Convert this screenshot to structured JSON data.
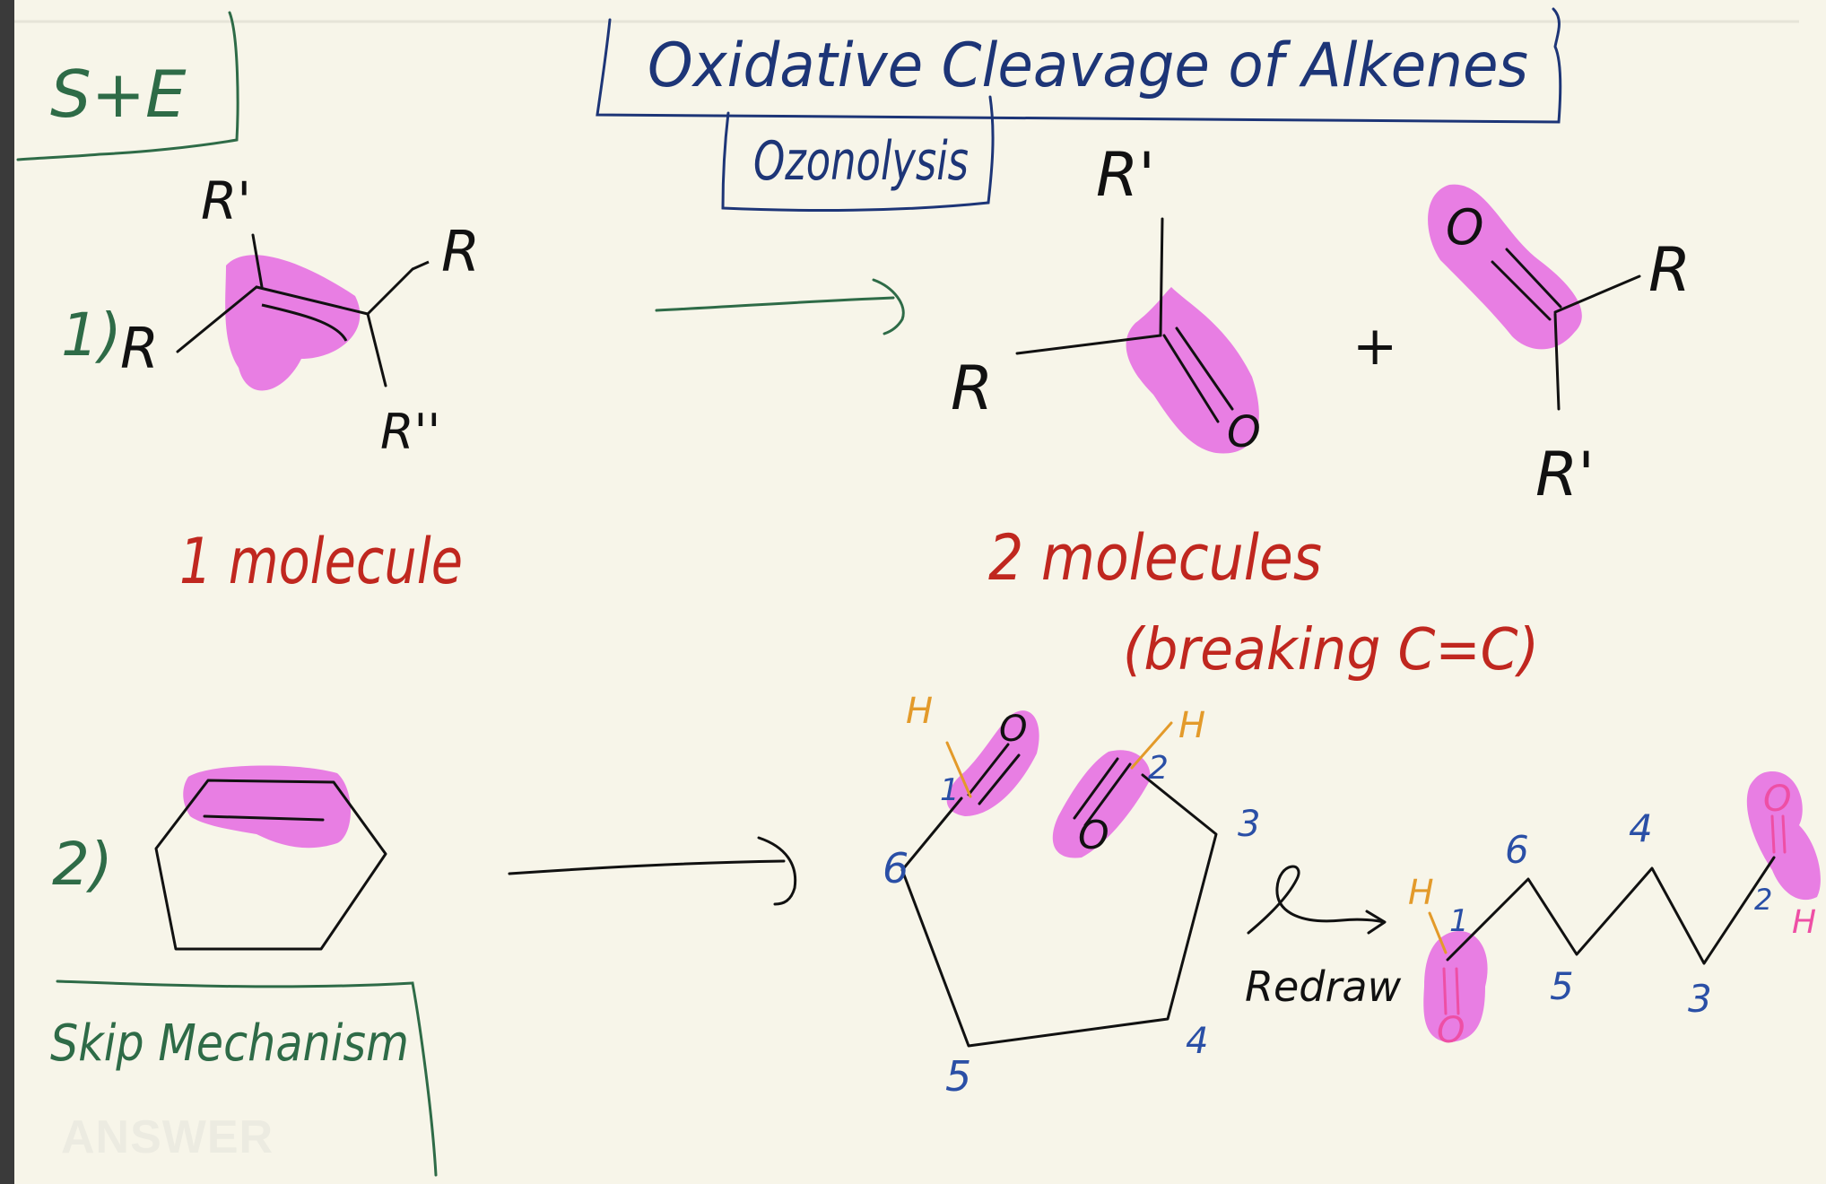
{
  "corner_label": "S+E",
  "title": "Oxidative Cleavage of Alkenes",
  "subtitle": "Ozonolysis",
  "problem1": {
    "number": "1)",
    "reactant_groups": [
      "R'",
      "R",
      "R",
      "R''"
    ],
    "product_groups": [
      "R'",
      "R",
      "O",
      "O",
      "R",
      "R'"
    ],
    "plus": "+",
    "reactant_count_note": "1 molecule",
    "product_count_note": "2 molecules",
    "product_note_sub": "(breaking C=C)"
  },
  "problem2": {
    "number": "2)",
    "product_ring_numbers": [
      "1",
      "2",
      "3",
      "4",
      "5",
      "6"
    ],
    "product_h_labels": [
      "H",
      "H"
    ],
    "product_o_labels": [
      "O",
      "O"
    ],
    "redraw_label": "Redraw",
    "chain_numbers": [
      "1",
      "6",
      "4",
      "5",
      "3",
      "2"
    ],
    "chain_h_labels": [
      "H",
      "H"
    ],
    "chain_o_labels": [
      "O",
      "O"
    ]
  },
  "skip_mechanism_label": "Skip Mechanism",
  "answer_watermark": "ANSWER",
  "colors": {
    "paper": "#f7f5e9",
    "ink_black": "#111111",
    "ink_navy": "#1d3577",
    "ink_green": "#2e6b47",
    "ink_red": "#c0271f",
    "ink_blue": "#2a4fa6",
    "ink_orange": "#e39a2a",
    "ink_pink": "#ee4fa5",
    "highlighter": "#e87ee3"
  }
}
